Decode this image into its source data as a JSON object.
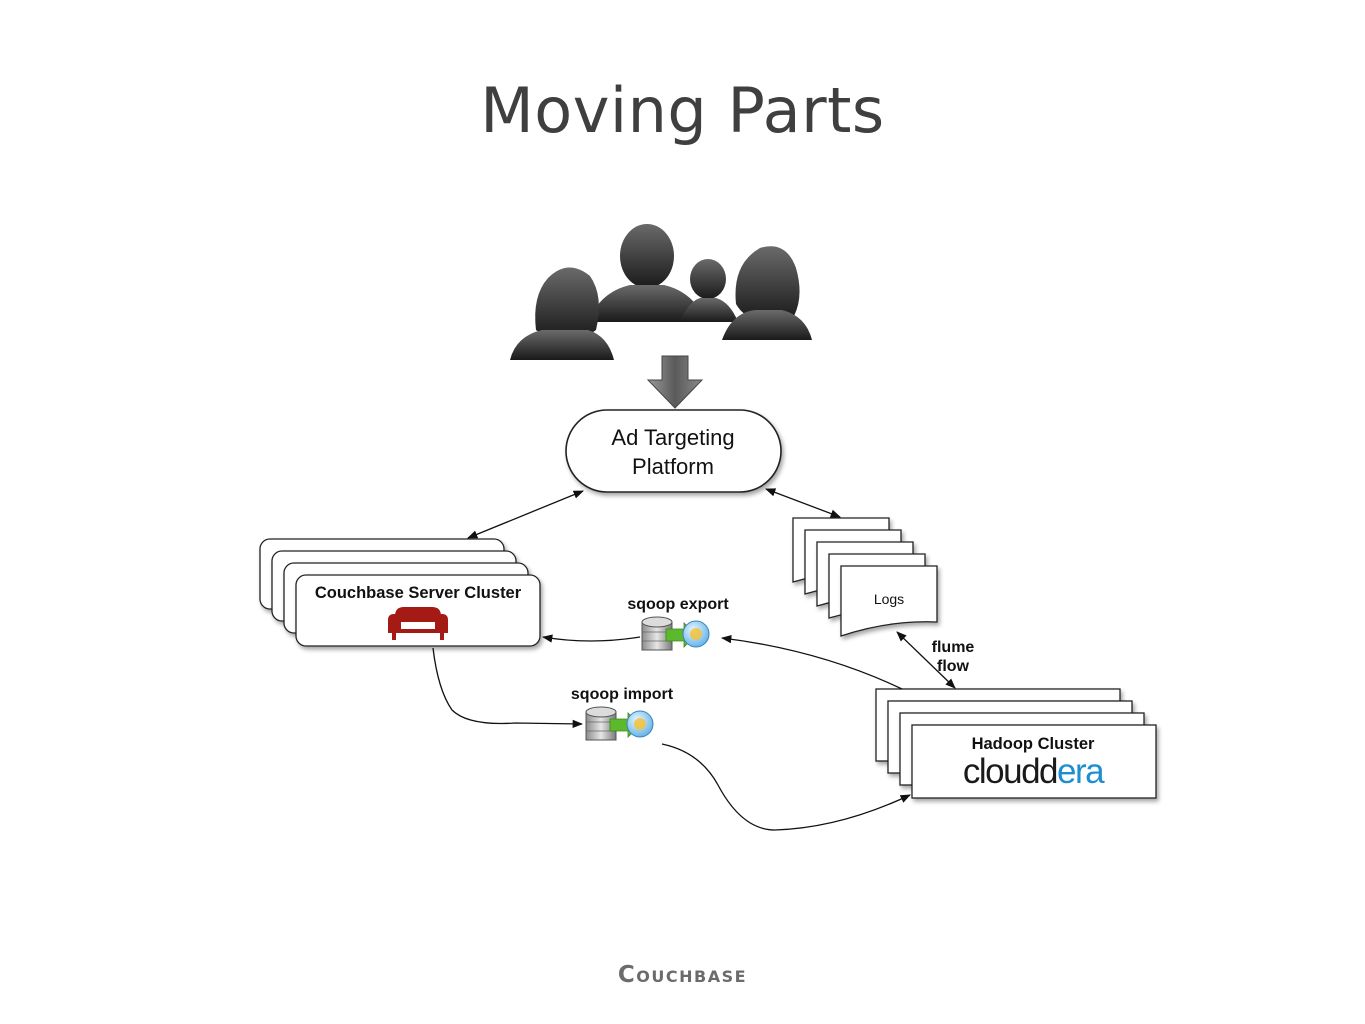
{
  "slide": {
    "title": "Moving Parts",
    "footer_logo": "Couchbase"
  },
  "diagram": {
    "users_icon": "people-silhouettes-icon",
    "platform": {
      "line1": "Ad Targeting",
      "line2": "Platform"
    },
    "couchbase": {
      "label": "Couchbase Server Cluster",
      "icon": "red-couch-icon"
    },
    "logs": {
      "label": "Logs"
    },
    "hadoop": {
      "label": "Hadoop Cluster",
      "logo_part1": "cloud",
      "logo_part2": "era",
      "logo_d": "d"
    },
    "edges": {
      "sqoop_export": "sqoop export",
      "sqoop_import": "sqoop import",
      "flume_line1": "flume",
      "flume_line2": "flow"
    },
    "colors": {
      "couch": "#a41a14",
      "cloudera_dark": "#1a1a1a",
      "cloudera_blue": "#1d8fd1",
      "sqoop_green": "#5cb82c"
    }
  }
}
